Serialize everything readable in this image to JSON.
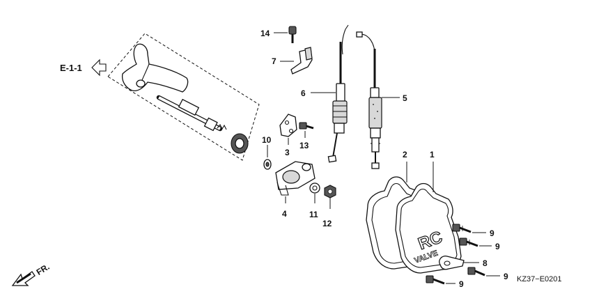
{
  "diagram": {
    "reference_label": "E-1-1",
    "front_label": "FR.",
    "drawing_code": "KZ37−E0201",
    "cover_text_top": "RC",
    "cover_text_bottom": "VALVE",
    "callouts": {
      "p1": "1",
      "p2": "2",
      "p3": "3",
      "p4": "4",
      "p5": "5",
      "p6": "6",
      "p7": "7",
      "p8": "8",
      "p9a": "9",
      "p9b": "9",
      "p9c": "9",
      "p9d": "9",
      "p10": "10",
      "p11": "11",
      "p12": "12",
      "p13": "13",
      "p14": "14"
    }
  }
}
